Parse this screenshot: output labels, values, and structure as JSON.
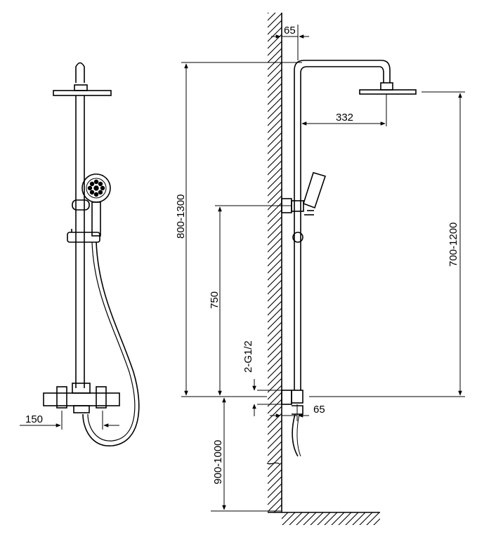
{
  "drawing": {
    "front_view": {
      "width_dim": "150"
    },
    "side_view": {
      "wall_offset_top": "65",
      "arm_reach": "332",
      "overall_height_range": "800-1300",
      "head_drop_range": "700-1200",
      "bracket_height": "750",
      "inlet_thread": "2-G1/2",
      "wall_offset_bottom": "65",
      "floor_height_range": "900-1000"
    }
  }
}
